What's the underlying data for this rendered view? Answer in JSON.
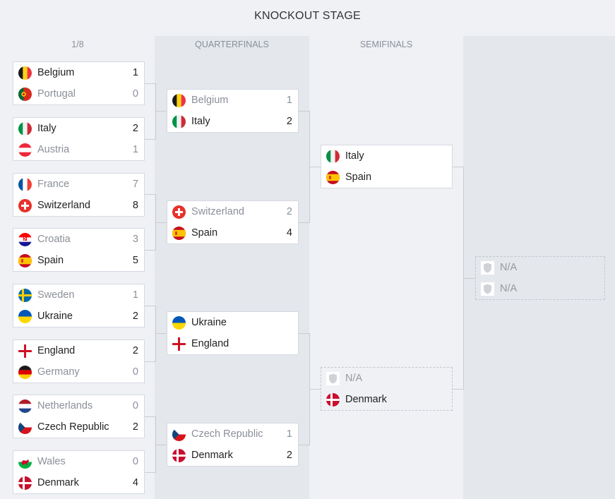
{
  "title": "KNOCKOUT STAGE",
  "columns": [
    "1/8",
    "QUARTERFINALS",
    "SEMIFINALS"
  ],
  "round16": [
    {
      "t1": {
        "name": "Belgium",
        "score": "1",
        "flag": "belgium"
      },
      "t2": {
        "name": "Portugal",
        "score": "0",
        "flag": "portugal"
      },
      "winner": 1
    },
    {
      "t1": {
        "name": "Italy",
        "score": "2",
        "flag": "italy"
      },
      "t2": {
        "name": "Austria",
        "score": "1",
        "flag": "austria"
      },
      "winner": 1
    },
    {
      "t1": {
        "name": "France",
        "score": "7",
        "flag": "france"
      },
      "t2": {
        "name": "Switzerland",
        "score": "8",
        "flag": "switzerland"
      },
      "winner": 2
    },
    {
      "t1": {
        "name": "Croatia",
        "score": "3",
        "flag": "croatia"
      },
      "t2": {
        "name": "Spain",
        "score": "5",
        "flag": "spain"
      },
      "winner": 2
    },
    {
      "t1": {
        "name": "Sweden",
        "score": "1",
        "flag": "sweden"
      },
      "t2": {
        "name": "Ukraine",
        "score": "2",
        "flag": "ukraine"
      },
      "winner": 2
    },
    {
      "t1": {
        "name": "England",
        "score": "2",
        "flag": "england"
      },
      "t2": {
        "name": "Germany",
        "score": "0",
        "flag": "germany"
      },
      "winner": 1
    },
    {
      "t1": {
        "name": "Netherlands",
        "score": "0",
        "flag": "netherlands"
      },
      "t2": {
        "name": "Czech Republic",
        "score": "2",
        "flag": "czech"
      },
      "winner": 2
    },
    {
      "t1": {
        "name": "Wales",
        "score": "0",
        "flag": "wales"
      },
      "t2": {
        "name": "Denmark",
        "score": "4",
        "flag": "denmark"
      },
      "winner": 2
    }
  ],
  "quarterfinals": [
    {
      "t1": {
        "name": "Belgium",
        "score": "1",
        "flag": "belgium"
      },
      "t2": {
        "name": "Italy",
        "score": "2",
        "flag": "italy"
      },
      "winner": 2
    },
    {
      "t1": {
        "name": "Switzerland",
        "score": "2",
        "flag": "switzerland"
      },
      "t2": {
        "name": "Spain",
        "score": "4",
        "flag": "spain"
      },
      "winner": 2
    },
    {
      "t1": {
        "name": "Ukraine",
        "score": "",
        "flag": "ukraine"
      },
      "t2": {
        "name": "England",
        "score": "",
        "flag": "england"
      },
      "winner": 0
    },
    {
      "t1": {
        "name": "Czech Republic",
        "score": "1",
        "flag": "czech"
      },
      "t2": {
        "name": "Denmark",
        "score": "2",
        "flag": "denmark"
      },
      "winner": 2
    }
  ],
  "semifinals": [
    {
      "t1": {
        "name": "Italy",
        "score": "",
        "flag": "italy"
      },
      "t2": {
        "name": "Spain",
        "score": "",
        "flag": "spain"
      },
      "winner": 0
    },
    {
      "t1": {
        "name": "N/A",
        "score": "",
        "flag": "na"
      },
      "t2": {
        "name": "Denmark",
        "score": "",
        "flag": "denmark"
      },
      "winner": 0
    }
  ],
  "final": [
    {
      "t1": {
        "name": "N/A",
        "score": "",
        "flag": "na"
      },
      "t2": {
        "name": "N/A",
        "score": "",
        "flag": "na"
      },
      "winner": 0
    }
  ]
}
